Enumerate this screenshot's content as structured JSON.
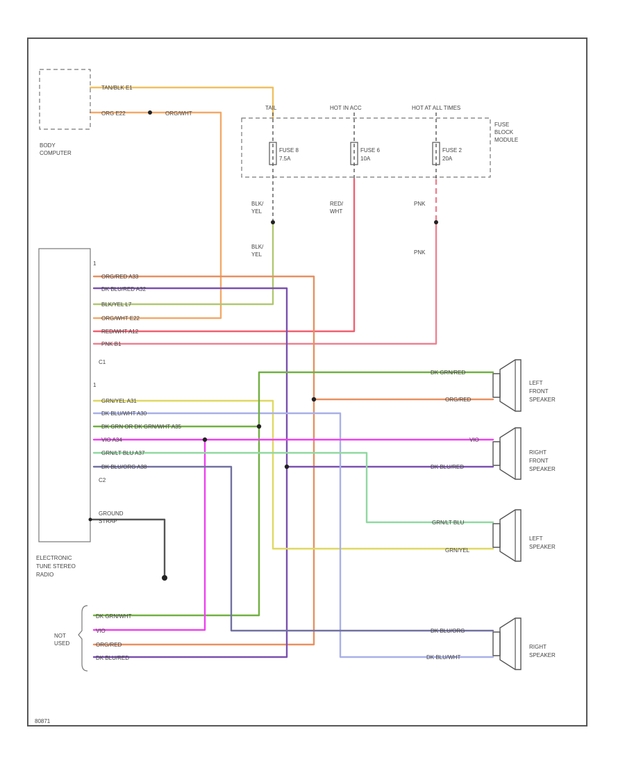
{
  "components": {
    "body_computer": "BODY COMPUTER",
    "fuse_block": "FUSE BLOCK MODULE",
    "radio": "ELECTRONIC TUNE STEREO RADIO",
    "connector_c1": "C1",
    "connector_c2": "C2",
    "ground": "GROUND STRAP",
    "not_used": "NOT USED",
    "left_front_speaker": "LEFT FRONT SPEAKER",
    "right_front_speaker": "RIGHT FRONT SPEAKER",
    "left_speaker": "LEFT SPEAKER",
    "right_speaker": "RIGHT SPEAKER",
    "pin_c1": "1",
    "pin_c2": "1",
    "footer_code": "80871"
  },
  "fuses": [
    {
      "feed": "TAIL",
      "name": "FUSE 8",
      "rating": "7.5A"
    },
    {
      "feed": "HOT IN ACC",
      "name": "FUSE 6",
      "rating": "10A"
    },
    {
      "feed": "HOT AT ALL TIMES",
      "name": "FUSE 2",
      "rating": "20A"
    }
  ],
  "wire_labels": {
    "bc_tan_blk": "TAN/BLK  E1",
    "bc_org": "ORG  E22",
    "bc_org_wht": "ORG/WHT",
    "f8_blk_yel_1": "BLK/ YEL",
    "f8_blk_yel_2": "BLK/ YEL",
    "f6_red_wht": "RED/ WHT",
    "f2_pnk_1": "PNK",
    "f2_pnk_2": "PNK",
    "c1_1": "ORG/RED  A33",
    "c1_2": "DK BLU/RED  A32",
    "c1_3": "BLK/YEL  L7",
    "c1_4": "ORG/WHT  E22",
    "c1_5": "RED/WHT  A12",
    "c1_6": "PNK  B1",
    "c2_1": "GRN/YEL  A31",
    "c2_2": "DK BLU/WHT  A30",
    "c2_3": "DK GRN  OR DK GRN/WHT  A35",
    "c2_4": "VIO  A34",
    "c2_5": "GRN/LT BLU  A37",
    "c2_6": "DK BLU/ORG  A38",
    "lf_1": "DK GRN/RED",
    "lf_2": "ORG/RED",
    "rf_1": "VIO",
    "rf_2": "DK BLU/RED",
    "ls_1": "GRN/LT BLU",
    "ls_2": "GRN/YEL",
    "rs_1": "DK BLU/ORG",
    "rs_2": "DK BLU/WHT",
    "nu_1": "DK GRN/WHT",
    "nu_2": "VIO",
    "nu_3": "ORG/RED",
    "nu_4": "DK BLU/RED"
  },
  "wire_colors": {
    "tan_blk": "#f0c060",
    "orange": "#f4a868",
    "blk_yel": "#b0c870",
    "red_wht": "#f06070",
    "pink": "#f08090",
    "org_red": "#e89060",
    "dk_blu_red": "#7a50b0",
    "dk_grn": "#70b040",
    "grn_yel": "#e0d860",
    "dk_blu_wht": "#a8b0e8",
    "violet": "#f040f0",
    "grn_lt_blu": "#90d8a0",
    "dk_blu_org": "#7070a0"
  }
}
